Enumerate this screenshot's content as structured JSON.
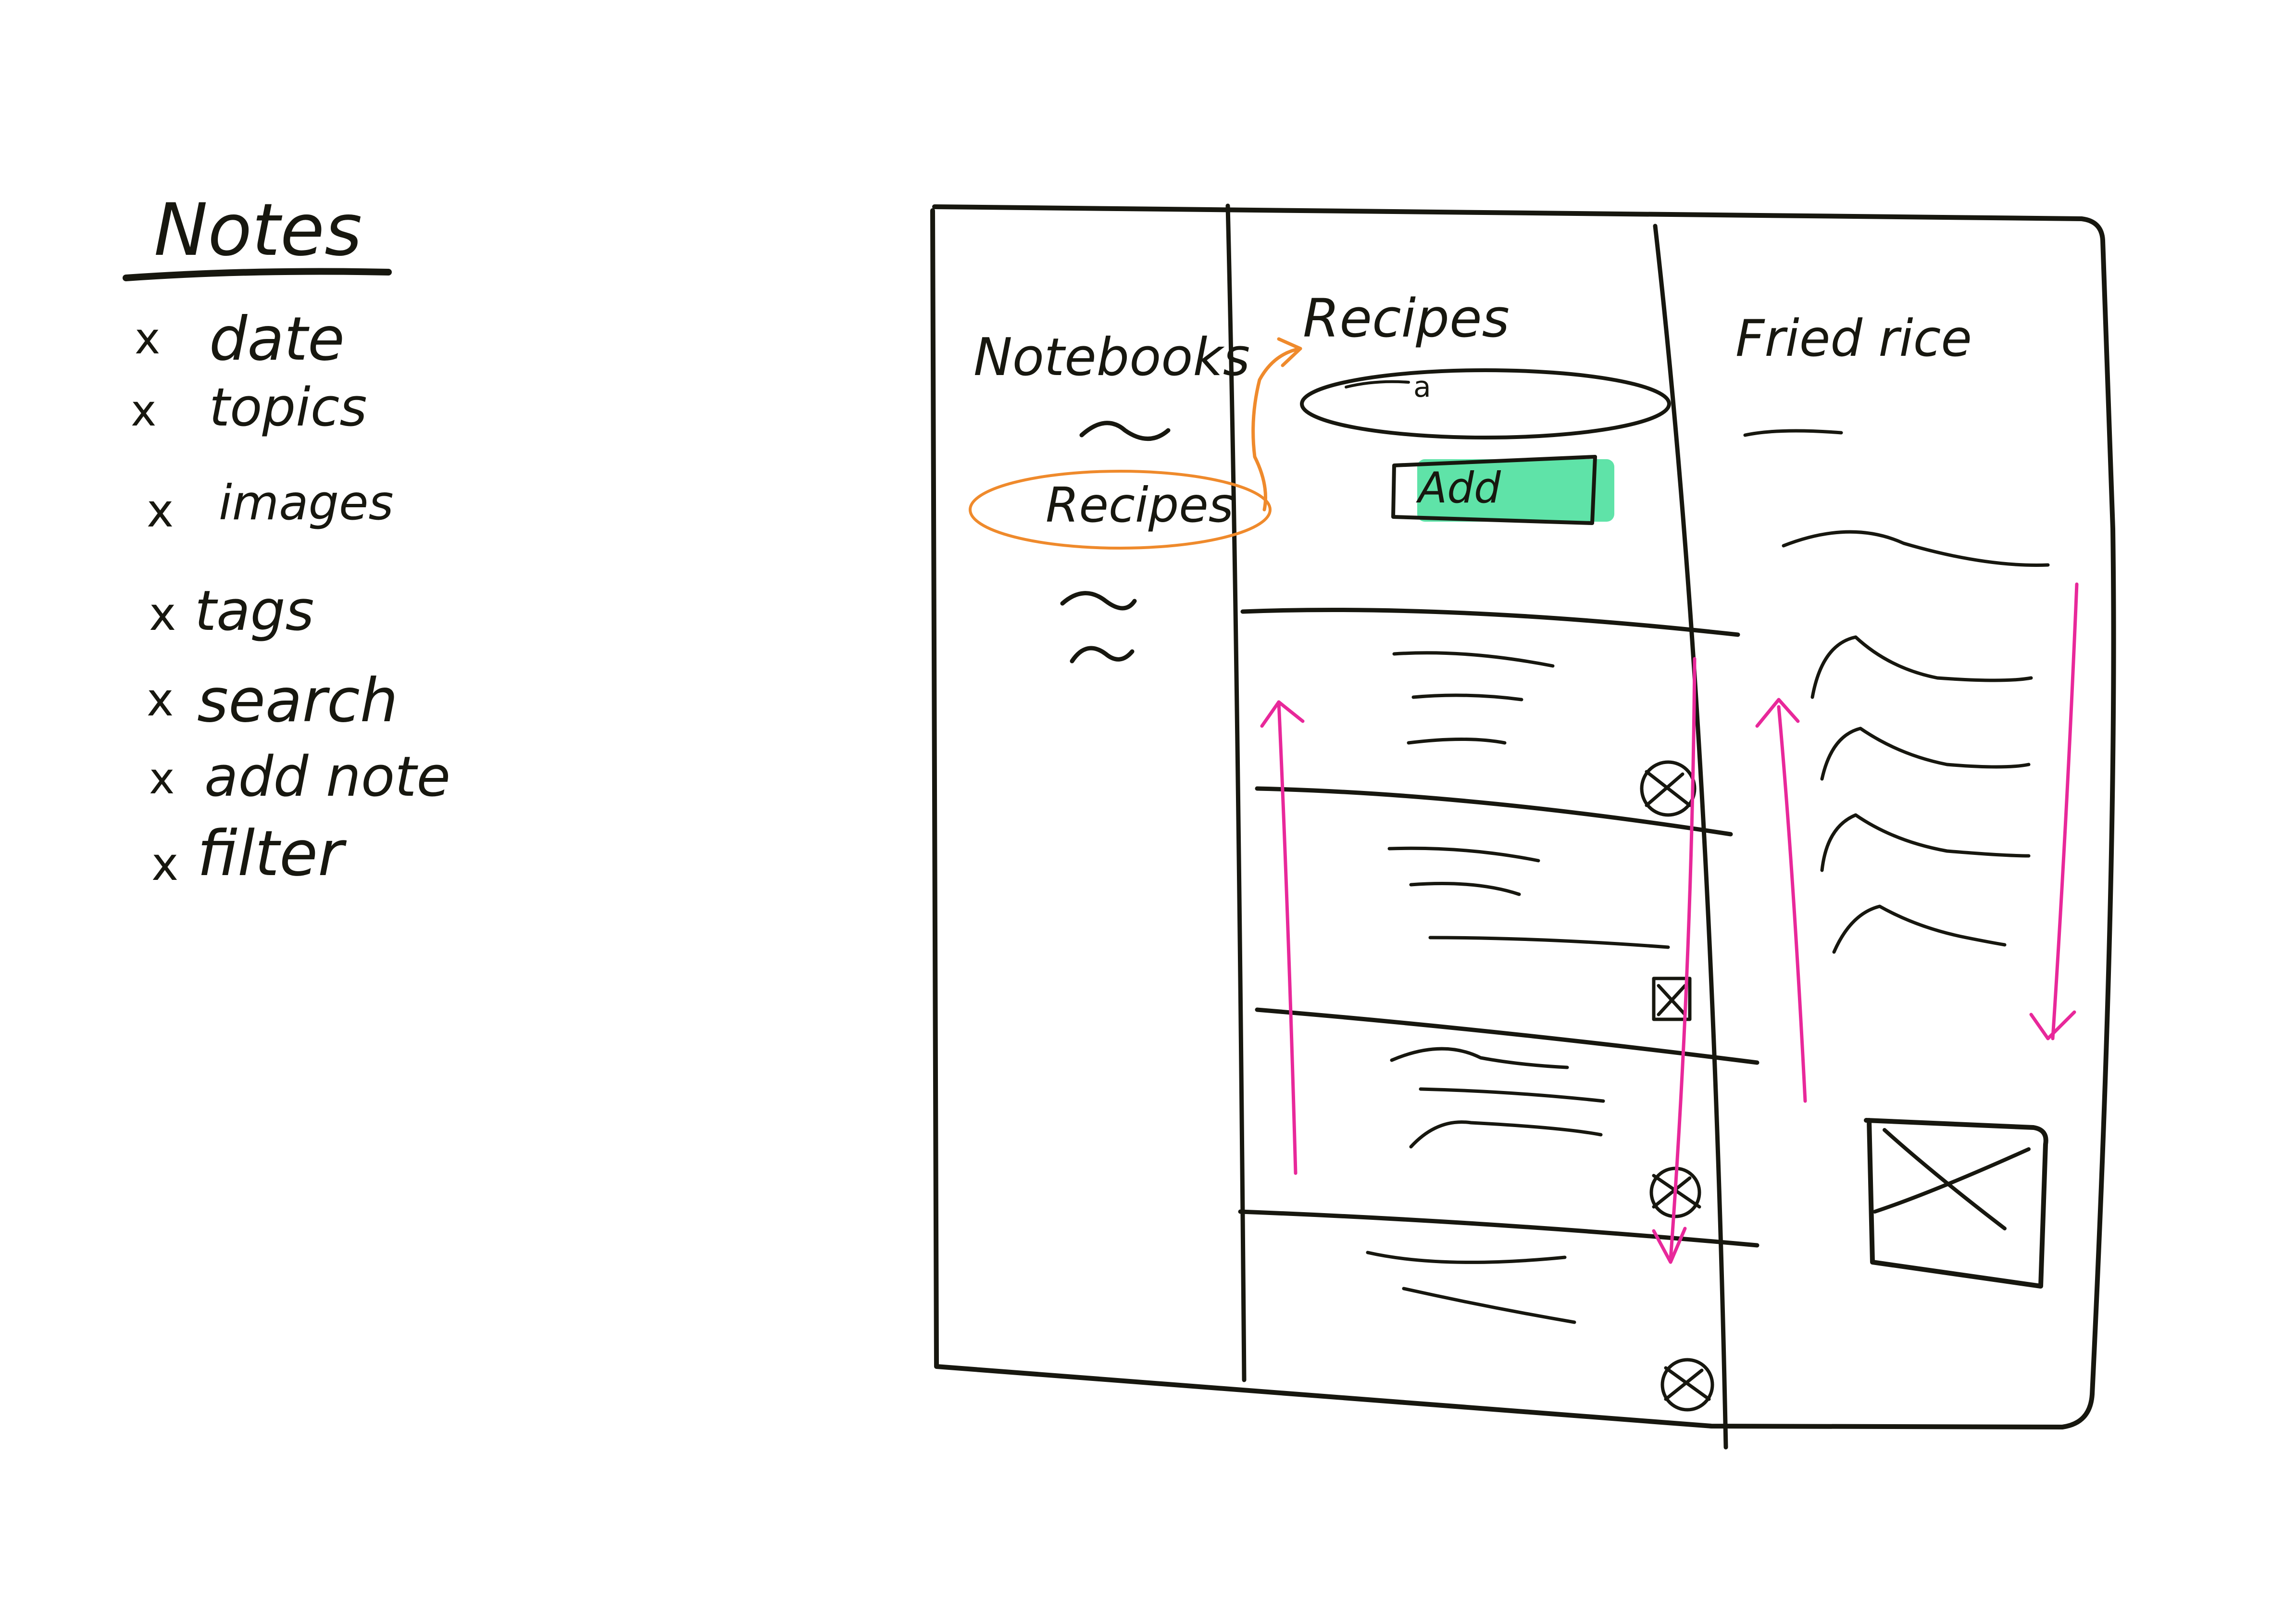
{
  "notes": {
    "title": "Notes",
    "items": [
      {
        "mark": "x",
        "label": "date"
      },
      {
        "mark": "x",
        "label": "topics"
      },
      {
        "mark": "x",
        "label": "images"
      },
      {
        "mark": "x",
        "label": "tags"
      },
      {
        "mark": "x",
        "label": "search"
      },
      {
        "mark": "x",
        "label": "add note"
      },
      {
        "mark": "x",
        "label": "filter"
      }
    ]
  },
  "mockup": {
    "sidebar": {
      "heading": "Notebooks",
      "selected_item": "Recipes"
    },
    "list": {
      "heading": "Recipes",
      "search_text": "a",
      "add_button_label": "Add"
    },
    "detail": {
      "heading": "Fried rice"
    }
  },
  "colors": {
    "ink": "#17170f",
    "scroll_arrows": "#e8289a",
    "selection": "#ef8a2c",
    "add_button": "#5fe3a8"
  }
}
